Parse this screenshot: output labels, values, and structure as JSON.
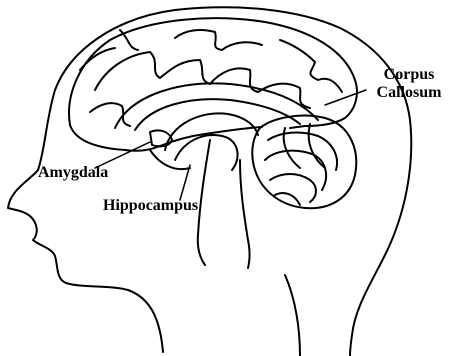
{
  "labels": {
    "corpus_line1": "Corpus",
    "corpus_line2": "Callosum",
    "amygdala": "Amygdala",
    "hippocampus": "Hippocampus"
  },
  "colors": {
    "ink": "#000000",
    "background": "#ffffff"
  }
}
